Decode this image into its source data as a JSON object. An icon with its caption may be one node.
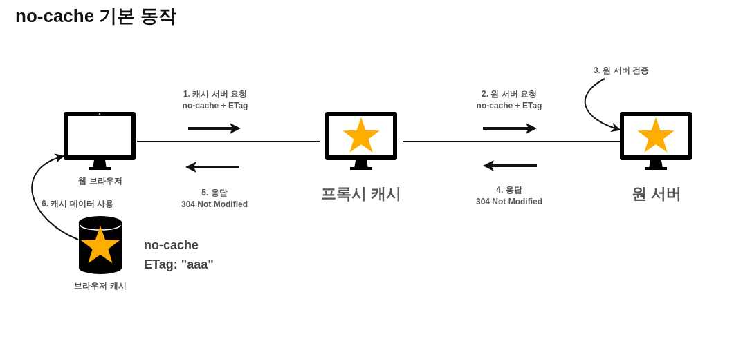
{
  "diagram": {
    "title": "no-cache 기본 동작",
    "nodes": [
      {
        "text": [
          "웹 브라우저"
        ]
      },
      {
        "text": [
          "프록시 캐시"
        ]
      },
      {
        "text": [
          "원 서버"
        ]
      },
      {
        "text": [
          "브라우저 캐시"
        ],
        "beside": [
          "no-cache",
          "ETag: \"aaa\""
        ]
      },
      {
        "text": [
          "3. 원 서버 검증"
        ]
      }
    ],
    "edges": [
      {
        "from": 0,
        "to": 1,
        "arrow": "none"
      },
      {
        "from": 1,
        "to": 2,
        "arrow": "none"
      },
      {
        "from": 3,
        "to": 0,
        "arrow": "to",
        "label": "6. 캐시 데이터 사용"
      },
      {
        "from": 4,
        "to": 2,
        "arrow": "to"
      }
    ],
    "labels": [
      "1. 캐시 서버 요청",
      "no-cache + ETag",
      "5. 응답",
      "304 Not Modified",
      "2. 원 서버 요청",
      "no-cache + ETag",
      "4. 응답",
      "304 Not Modified"
    ]
  }
}
